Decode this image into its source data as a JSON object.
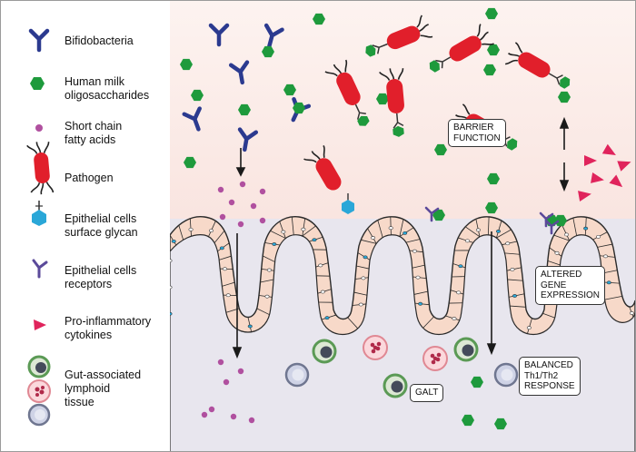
{
  "legend": {
    "bifidobacteria": "Bifidobacteria",
    "hmo_line1": "Human milk",
    "hmo_line2": "oligosaccharides",
    "scfa_line1": "Short chain",
    "scfa_line2": "fatty acids",
    "pathogen": "Pathogen",
    "glycan_line1": "Epithelial cells",
    "glycan_line2": "surface glycan",
    "receptor_line1": "Epithelial cells",
    "receptor_line2": "receptors",
    "cytokine_line1": "Pro-inflammatory",
    "cytokine_line2": "cytokines",
    "galt_line1": "Gut-associated",
    "galt_line2": "lymphoid",
    "galt_line3": "tissue"
  },
  "labels": {
    "barrier_line1": "BARRIER",
    "barrier_line2": "FUNCTION",
    "gene_line1": "ALTERED",
    "gene_line2": "GENE",
    "gene_line3": "EXPRESSION",
    "galt": "GALT",
    "balanced_line1": "BALANCED",
    "balanced_line2": "Th1/Th2",
    "balanced_line3": "RESPONSE"
  },
  "colors": {
    "bifido": "#2b3a8f",
    "hmo": "#1e9a3c",
    "scfa": "#b0509f",
    "pathogen": "#e11f2b",
    "glycan": "#2aa7d8",
    "receptor": "#5b4a9a",
    "cytokine": "#e0245c",
    "lumen": "#fbe8e3",
    "tissue": "#e6e4ec",
    "vessel": "#f2b3b0"
  },
  "icons": [
    "bifidobacteria-icon",
    "hmo-icon",
    "scfa-icon",
    "pathogen-icon",
    "glycan-icon",
    "receptor-icon",
    "cytokine-icon",
    "lymphocyte-icon"
  ]
}
